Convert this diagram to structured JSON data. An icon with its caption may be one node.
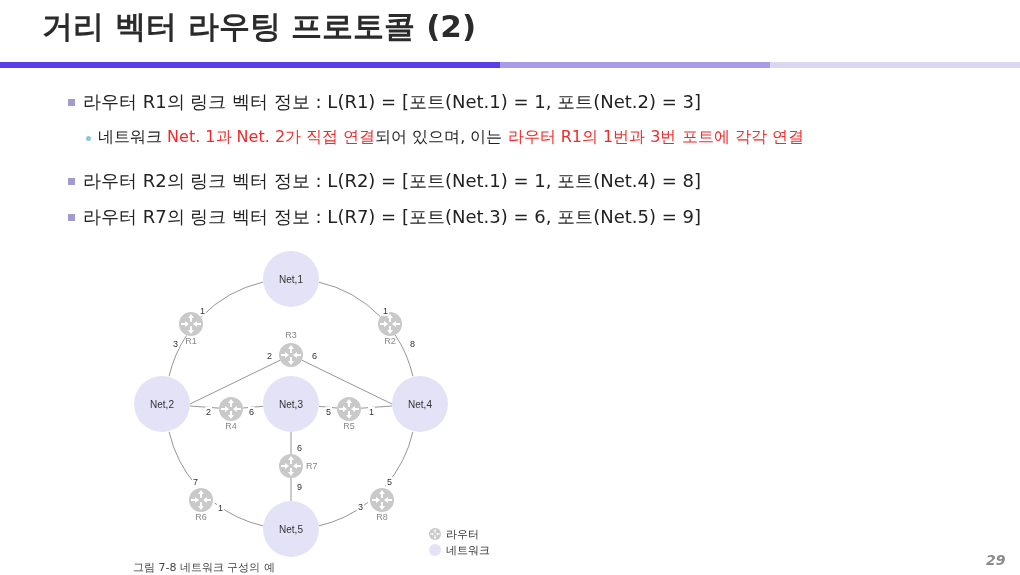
{
  "diagram": {
    "title": "거리 벡터 라우팅 프로토콜 (2)",
    "caption": "그림 7-8 네트워크 구성의 예",
    "nodes": [
      {
        "text": [
          "Net,1"
        ]
      },
      {
        "text": [
          "R1"
        ]
      },
      {
        "text": [
          "R2"
        ]
      },
      {
        "text": [
          "R3"
        ]
      },
      {
        "text": [
          "Net,2"
        ]
      },
      {
        "text": [
          "Net,3"
        ]
      },
      {
        "text": [
          "Net,4"
        ]
      },
      {
        "text": [
          "R4"
        ]
      },
      {
        "text": [
          "R5"
        ]
      },
      {
        "text": [
          "R7"
        ]
      },
      {
        "text": [
          "R6"
        ]
      },
      {
        "text": [
          "R8"
        ]
      },
      {
        "text": [
          "Net,5"
        ]
      }
    ],
    "edges": [
      {
        "from": 1,
        "to": 0,
        "arrow": "none",
        "label": "1"
      },
      {
        "from": 1,
        "to": 4,
        "arrow": "none",
        "label": "3"
      },
      {
        "from": 2,
        "to": 0,
        "arrow": "none",
        "label": "1"
      },
      {
        "from": 2,
        "to": 6,
        "arrow": "none",
        "label": "8"
      },
      {
        "from": 3,
        "to": 4,
        "arrow": "none",
        "label": "2"
      },
      {
        "from": 3,
        "to": 6,
        "arrow": "none",
        "label": "6"
      },
      {
        "from": 7,
        "to": 4,
        "arrow": "none",
        "label": "2"
      },
      {
        "from": 7,
        "to": 5,
        "arrow": "none",
        "label": "6"
      },
      {
        "from": 8,
        "to": 5,
        "arrow": "none",
        "label": "5"
      },
      {
        "from": 8,
        "to": 6,
        "arrow": "none",
        "label": "1"
      },
      {
        "from": 9,
        "to": 5,
        "arrow": "none",
        "label": "6"
      },
      {
        "from": 9,
        "to": 12,
        "arrow": "none",
        "label": "9"
      },
      {
        "from": 10,
        "to": 4,
        "arrow": "none",
        "label": "7"
      },
      {
        "from": 10,
        "to": 12,
        "arrow": "none",
        "label": "1"
      },
      {
        "from": 11,
        "to": 6,
        "arrow": "none",
        "label": "5"
      },
      {
        "from": 11,
        "to": 12,
        "arrow": "none",
        "label": "3"
      }
    ],
    "labels": [
      "라우터 R1의 링크 벡터 정보 : L(R1) = [포트(Net.1) = 1, 포트(Net.2) = 3]",
      "네트워크 **Net. 1과 Net. 2가 직접 연결**되어 있으며, 이는 **라우터 R1의 1번과 3번 포트에 각각 연결**",
      "라우터 R2의 링크 벡터 정보 : L(R2) = [포트(Net.1) = 1, 포트(Net.4) = 8]",
      "라우터 R7의 링크 벡터 정보 : L(R7) = [포트(Net.3) = 6, 포트(Net.5) = 9]",
      "29"
    ],
    "legend": [
      {
        "text": "라우터"
      },
      {
        "text": "네트워크",
        "color": "#e4e2f6"
      }
    ]
  }
}
